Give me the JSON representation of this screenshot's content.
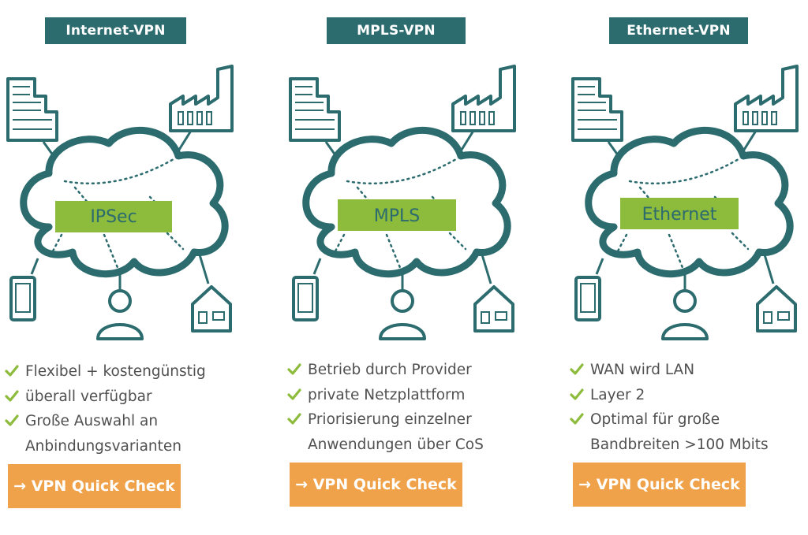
{
  "columns": [
    {
      "title": "Internet-VPN",
      "tech": "IPSec",
      "features": [
        "Flexibel + kostengünstig",
        "überall verfügbar",
        "Große Auswahl an",
        "Anbindungsvarianten"
      ],
      "cta": "→ VPN Quick Check"
    },
    {
      "title": "MPLS-VPN",
      "tech": "MPLS",
      "features": [
        "Betrieb durch Provider",
        "private Netzplattform",
        "Priorisierung einzelner",
        "Anwendungen über CoS"
      ],
      "cta": "→ VPN Quick Check"
    },
    {
      "title": "Ethernet-VPN",
      "tech": "Ethernet",
      "features": [
        "WAN wird LAN",
        "Layer 2",
        "Optimal für große",
        "Bandbreiten >100 Mbits"
      ],
      "cta": "→ VPN Quick Check"
    }
  ],
  "colors": {
    "teal": "#2c6b6e",
    "green": "#8dbb3c",
    "orange": "#f0a24a",
    "text": "#505050"
  }
}
